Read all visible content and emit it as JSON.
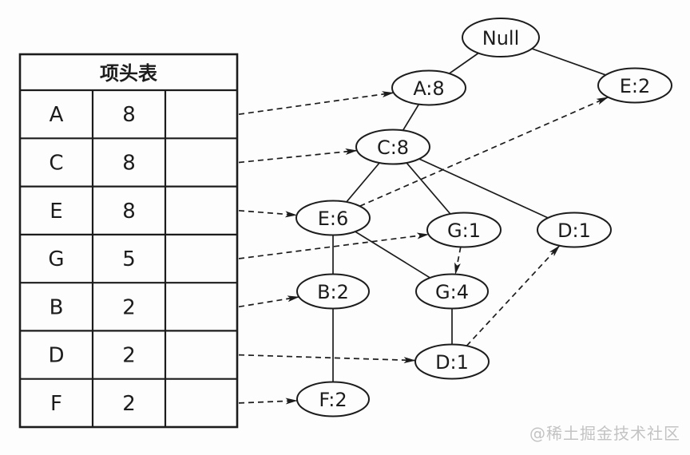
{
  "diagram": {
    "table": {
      "title": "项头表",
      "rows": [
        {
          "item": "A",
          "count": "8"
        },
        {
          "item": "C",
          "count": "8"
        },
        {
          "item": "E",
          "count": "8"
        },
        {
          "item": "G",
          "count": "5"
        },
        {
          "item": "B",
          "count": "2"
        },
        {
          "item": "D",
          "count": "2"
        },
        {
          "item": "F",
          "count": "2"
        }
      ]
    },
    "nodes": [
      {
        "id": "root",
        "label": "Null"
      },
      {
        "id": "A8",
        "label": "A:8"
      },
      {
        "id": "E2",
        "label": "E:2"
      },
      {
        "id": "C8",
        "label": "C:8"
      },
      {
        "id": "E6",
        "label": "E:6"
      },
      {
        "id": "G1",
        "label": "G:1"
      },
      {
        "id": "D1a",
        "label": "D:1"
      },
      {
        "id": "B2",
        "label": "B:2"
      },
      {
        "id": "G4",
        "label": "G:4"
      },
      {
        "id": "D1b",
        "label": "D:1"
      },
      {
        "id": "F2",
        "label": "F:2"
      }
    ],
    "tree_edges": [
      [
        "root",
        "A8"
      ],
      [
        "root",
        "E2"
      ],
      [
        "A8",
        "C8"
      ],
      [
        "C8",
        "E6"
      ],
      [
        "C8",
        "G1"
      ],
      [
        "C8",
        "D1a"
      ],
      [
        "E6",
        "B2"
      ],
      [
        "E6",
        "G4"
      ],
      [
        "B2",
        "F2"
      ],
      [
        "G4",
        "D1b"
      ]
    ],
    "link_edges": [
      {
        "from_row": 0,
        "to": "A8"
      },
      {
        "from_row": 1,
        "to": "C8"
      },
      {
        "from_row": 2,
        "to": "E6"
      },
      {
        "from_row": 3,
        "to": "G1"
      },
      {
        "from_row": 4,
        "to": "B2"
      },
      {
        "from_row": 5,
        "to": "D1b"
      },
      {
        "from_row": 6,
        "to": "F2"
      },
      {
        "from_node": "E6",
        "to": "E2"
      },
      {
        "from_node": "G1",
        "to": "G4"
      },
      {
        "from_node": "D1b",
        "to": "D1a"
      }
    ],
    "colors": {
      "line": "#1c1c1c",
      "node_fill": "#fdfdfd",
      "background": "#fdfdfd",
      "watermark": "#c3c3c3"
    }
  },
  "watermark": "@稀土掘金技术社区"
}
